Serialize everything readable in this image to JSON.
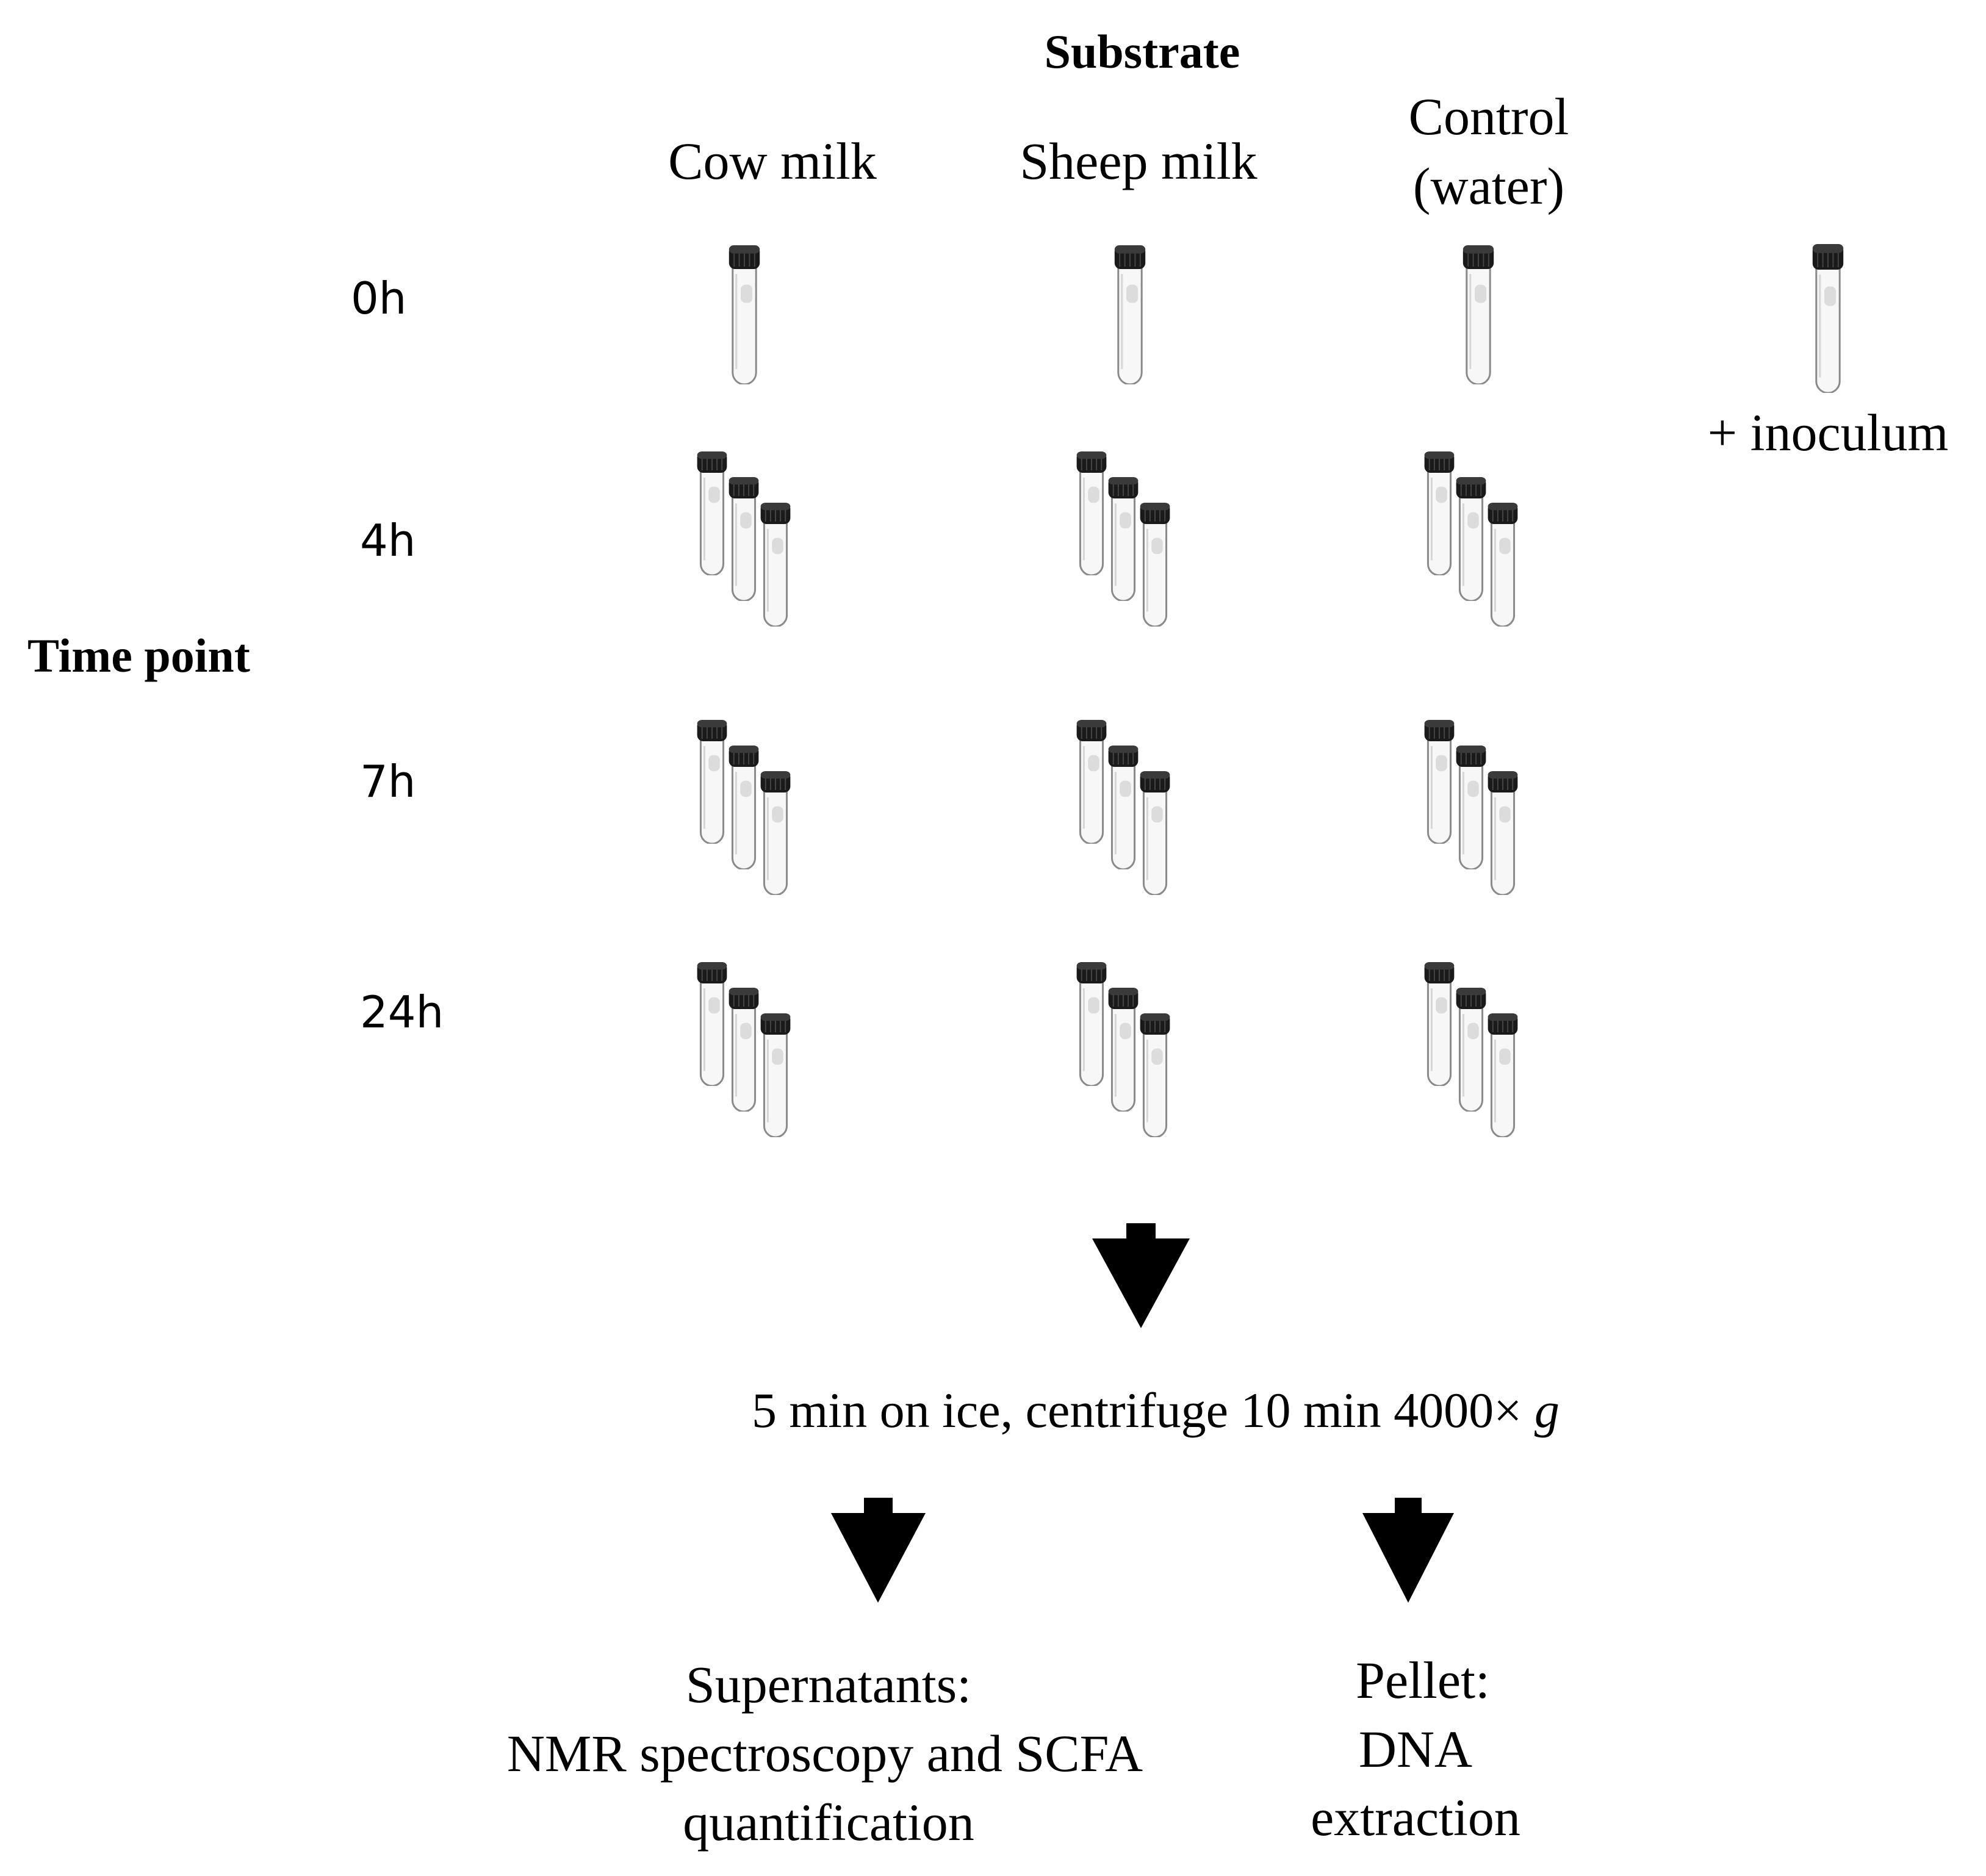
{
  "header": {
    "substrate_label": "Substrate"
  },
  "columns": [
    {
      "label": "Cow milk"
    },
    {
      "label": "Sheep milk"
    },
    {
      "label_line1": "Control",
      "label_line2": "(water)"
    }
  ],
  "axis": {
    "time_point_label": "Time point"
  },
  "time_points": [
    "0h",
    "4h",
    "7h",
    "24h"
  ],
  "inoculum_label": "+ inoculum",
  "process_step": {
    "text": "5 min on ice, centrifuge 10 min 4000× ",
    "unit": "g"
  },
  "outputs": {
    "supernatants": {
      "line1": "Supernatants:",
      "line2": "NMR spectroscopy and SCFA",
      "line3": "quantification"
    },
    "pellet": {
      "line1": "Pellet:",
      "line2": "DNA",
      "line3": "extraction"
    }
  },
  "colors": {
    "cap": "#1a1a1a",
    "tube_outline": "#8a8a8a",
    "arrow": "#000000"
  },
  "icons": {
    "tube": "test-tube-icon",
    "arrow": "down-arrow-icon"
  }
}
